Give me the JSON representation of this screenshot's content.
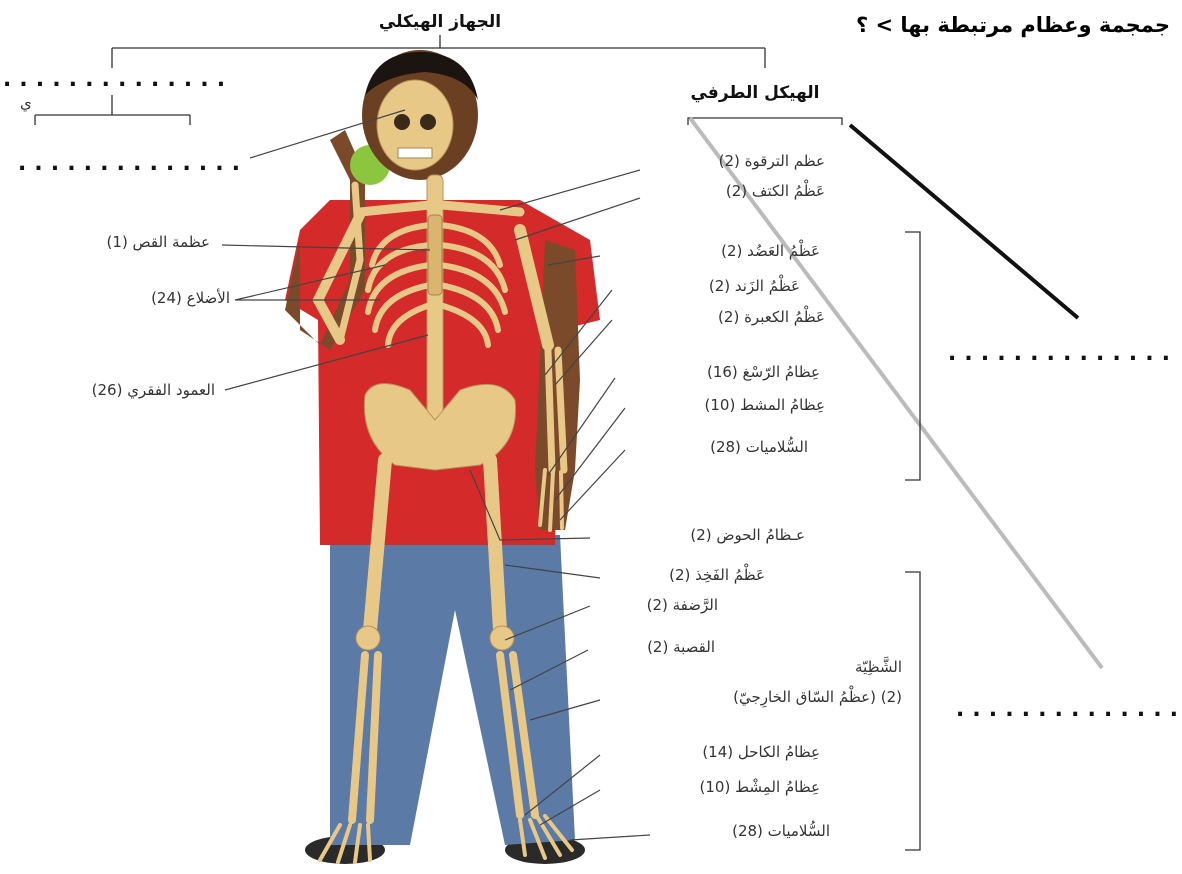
{
  "question": "جمجمة وعظام مرتبطة بها > ؟",
  "root_label": "الجهاز الهيكلي",
  "appendicular_label": "الهيكل الطرفي",
  "blank": "..............",
  "small_mark": "ي",
  "labels": {
    "clavicle": "عظم الترقوة (2)",
    "scapula": "عَظْمُ الكتف (2)",
    "sternum": "عظمة القص (1)",
    "ribs": "الأضلاع (24)",
    "humerus": "عَظْمُ العَضُد (2)",
    "ulna": "عَظْمُ الزَند (2)",
    "radius": "عَظْمُ الكعبرة (2)",
    "vertebral_column": "العمود الفقري (26)",
    "carpals": "عِظامُ الرّسْغ (16)",
    "metacarpals": "عِظامُ المشط (10)",
    "hand_phalanges": "السُّلاميات (28)",
    "pelvis": "عـظامُ الحوض (2)",
    "femur": "عَظْمُ الفَخِذ (2)",
    "patella": "الرَّضفة (2)",
    "tibia": "القصبة (2)",
    "fibula_line1": "الشَّظِيّة",
    "fibula_line2": "(عظْمُ السّاق الخارِجيّ) (2)",
    "tarsals": "عِظامُ الكاحل (14)",
    "metatarsals": "عِظامُ المِشْط (10)",
    "foot_phalanges": "السُّلاميات (28)"
  },
  "colors": {
    "shirt": "#d42a2a",
    "jeans": "#5b7aa6",
    "skin": "#7a4a2a",
    "bone": "#e8c887"
  }
}
